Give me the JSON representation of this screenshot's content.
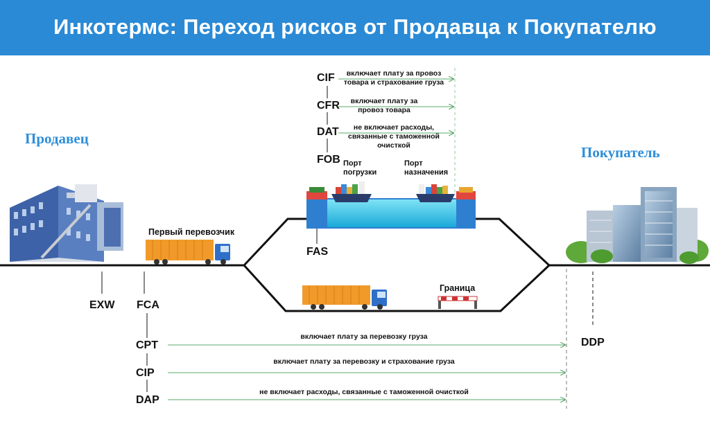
{
  "title": "Инкотермс: Переход рисков от Продавца к Покупателю",
  "parties": {
    "seller": "Продавец",
    "buyer": "Покупатель"
  },
  "terms": {
    "cif": "CIF",
    "cfr": "CFR",
    "dat": "DAT",
    "fob": "FOB",
    "fas": "FAS",
    "exw": "EXW",
    "fca": "FCA",
    "cpt": "CPT",
    "cip": "CIP",
    "dap": "DAP",
    "ddp": "DDP"
  },
  "notes": {
    "cif": "включает плату за провоз товара и страхование груза",
    "cfr": "включает плату за провоз товара",
    "dat": "не включает расходы, связанные с таможенной очисткой",
    "cpt": "включает плату за перевозку груза",
    "cip": "включает плату за перевозку и страхование груза",
    "dap": "не включает расходы, связанные с таможенной очисткой"
  },
  "labels": {
    "port_loading": "Порт погрузки",
    "port_destination": "Порт назначения",
    "first_carrier": "Первый перевозчик",
    "border": "Граница"
  },
  "colors": {
    "header": "#2a8ad6",
    "party_text": "#2e8ed8",
    "arrow": "#5aa86a",
    "container": "#f19a2a",
    "truck_cab": "#2f6fc8",
    "water": "#34c7e6",
    "dock": "#2f7fd0"
  }
}
